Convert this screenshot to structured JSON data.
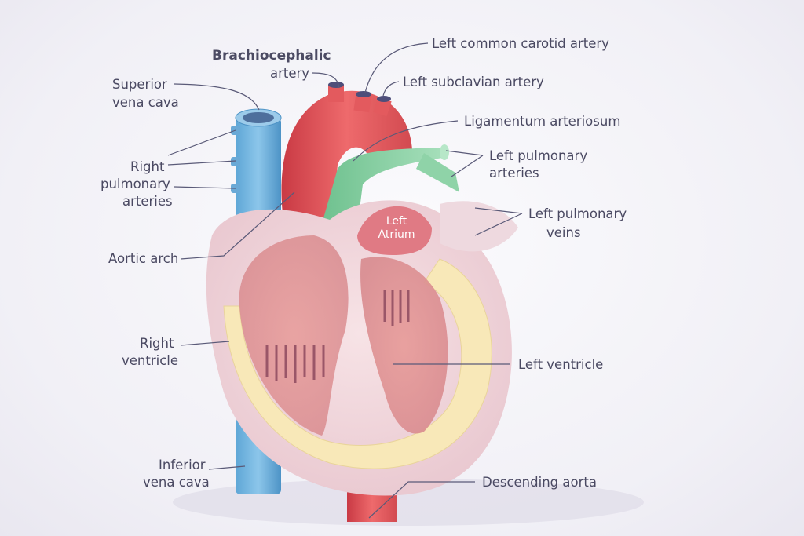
{
  "labels": {
    "brachiocephalic_1": "Brachiocephalic",
    "brachiocephalic_2": "artery",
    "left_common_carotid": "Left common carotid artery",
    "left_subclavian": "Left subclavian artery",
    "superior_vena_cava_1": "Superior",
    "superior_vena_cava_2": "vena cava",
    "ligamentum": "Ligamentum arteriosum",
    "left_pulm_arteries_1": "Left pulmonary",
    "left_pulm_arteries_2": "arteries",
    "right_pulm_arteries_1": "Right",
    "right_pulm_arteries_2": "pulmonary",
    "right_pulm_arteries_3": "arteries",
    "left_atrium_1": "Left",
    "left_atrium_2": "Atrium",
    "left_pulm_veins_1": "Left pulmonary",
    "left_pulm_veins_2": "veins",
    "aortic_arch": "Aortic arch",
    "right_ventricle_1": "Right",
    "right_ventricle_2": "ventricle",
    "left_ventricle": "Left ventricle",
    "inferior_vena_cava_1": "Inferior",
    "inferior_vena_cava_2": "vena cava",
    "descending_aorta": "Descending aorta"
  },
  "colors": {
    "vena_cava": "#6fb3dc",
    "aorta": "#e0545a",
    "pulmonary": "#8fd3a8",
    "muscle": "#efd9de",
    "wall": "#f8e8b8",
    "atrium": "#e07a84"
  }
}
